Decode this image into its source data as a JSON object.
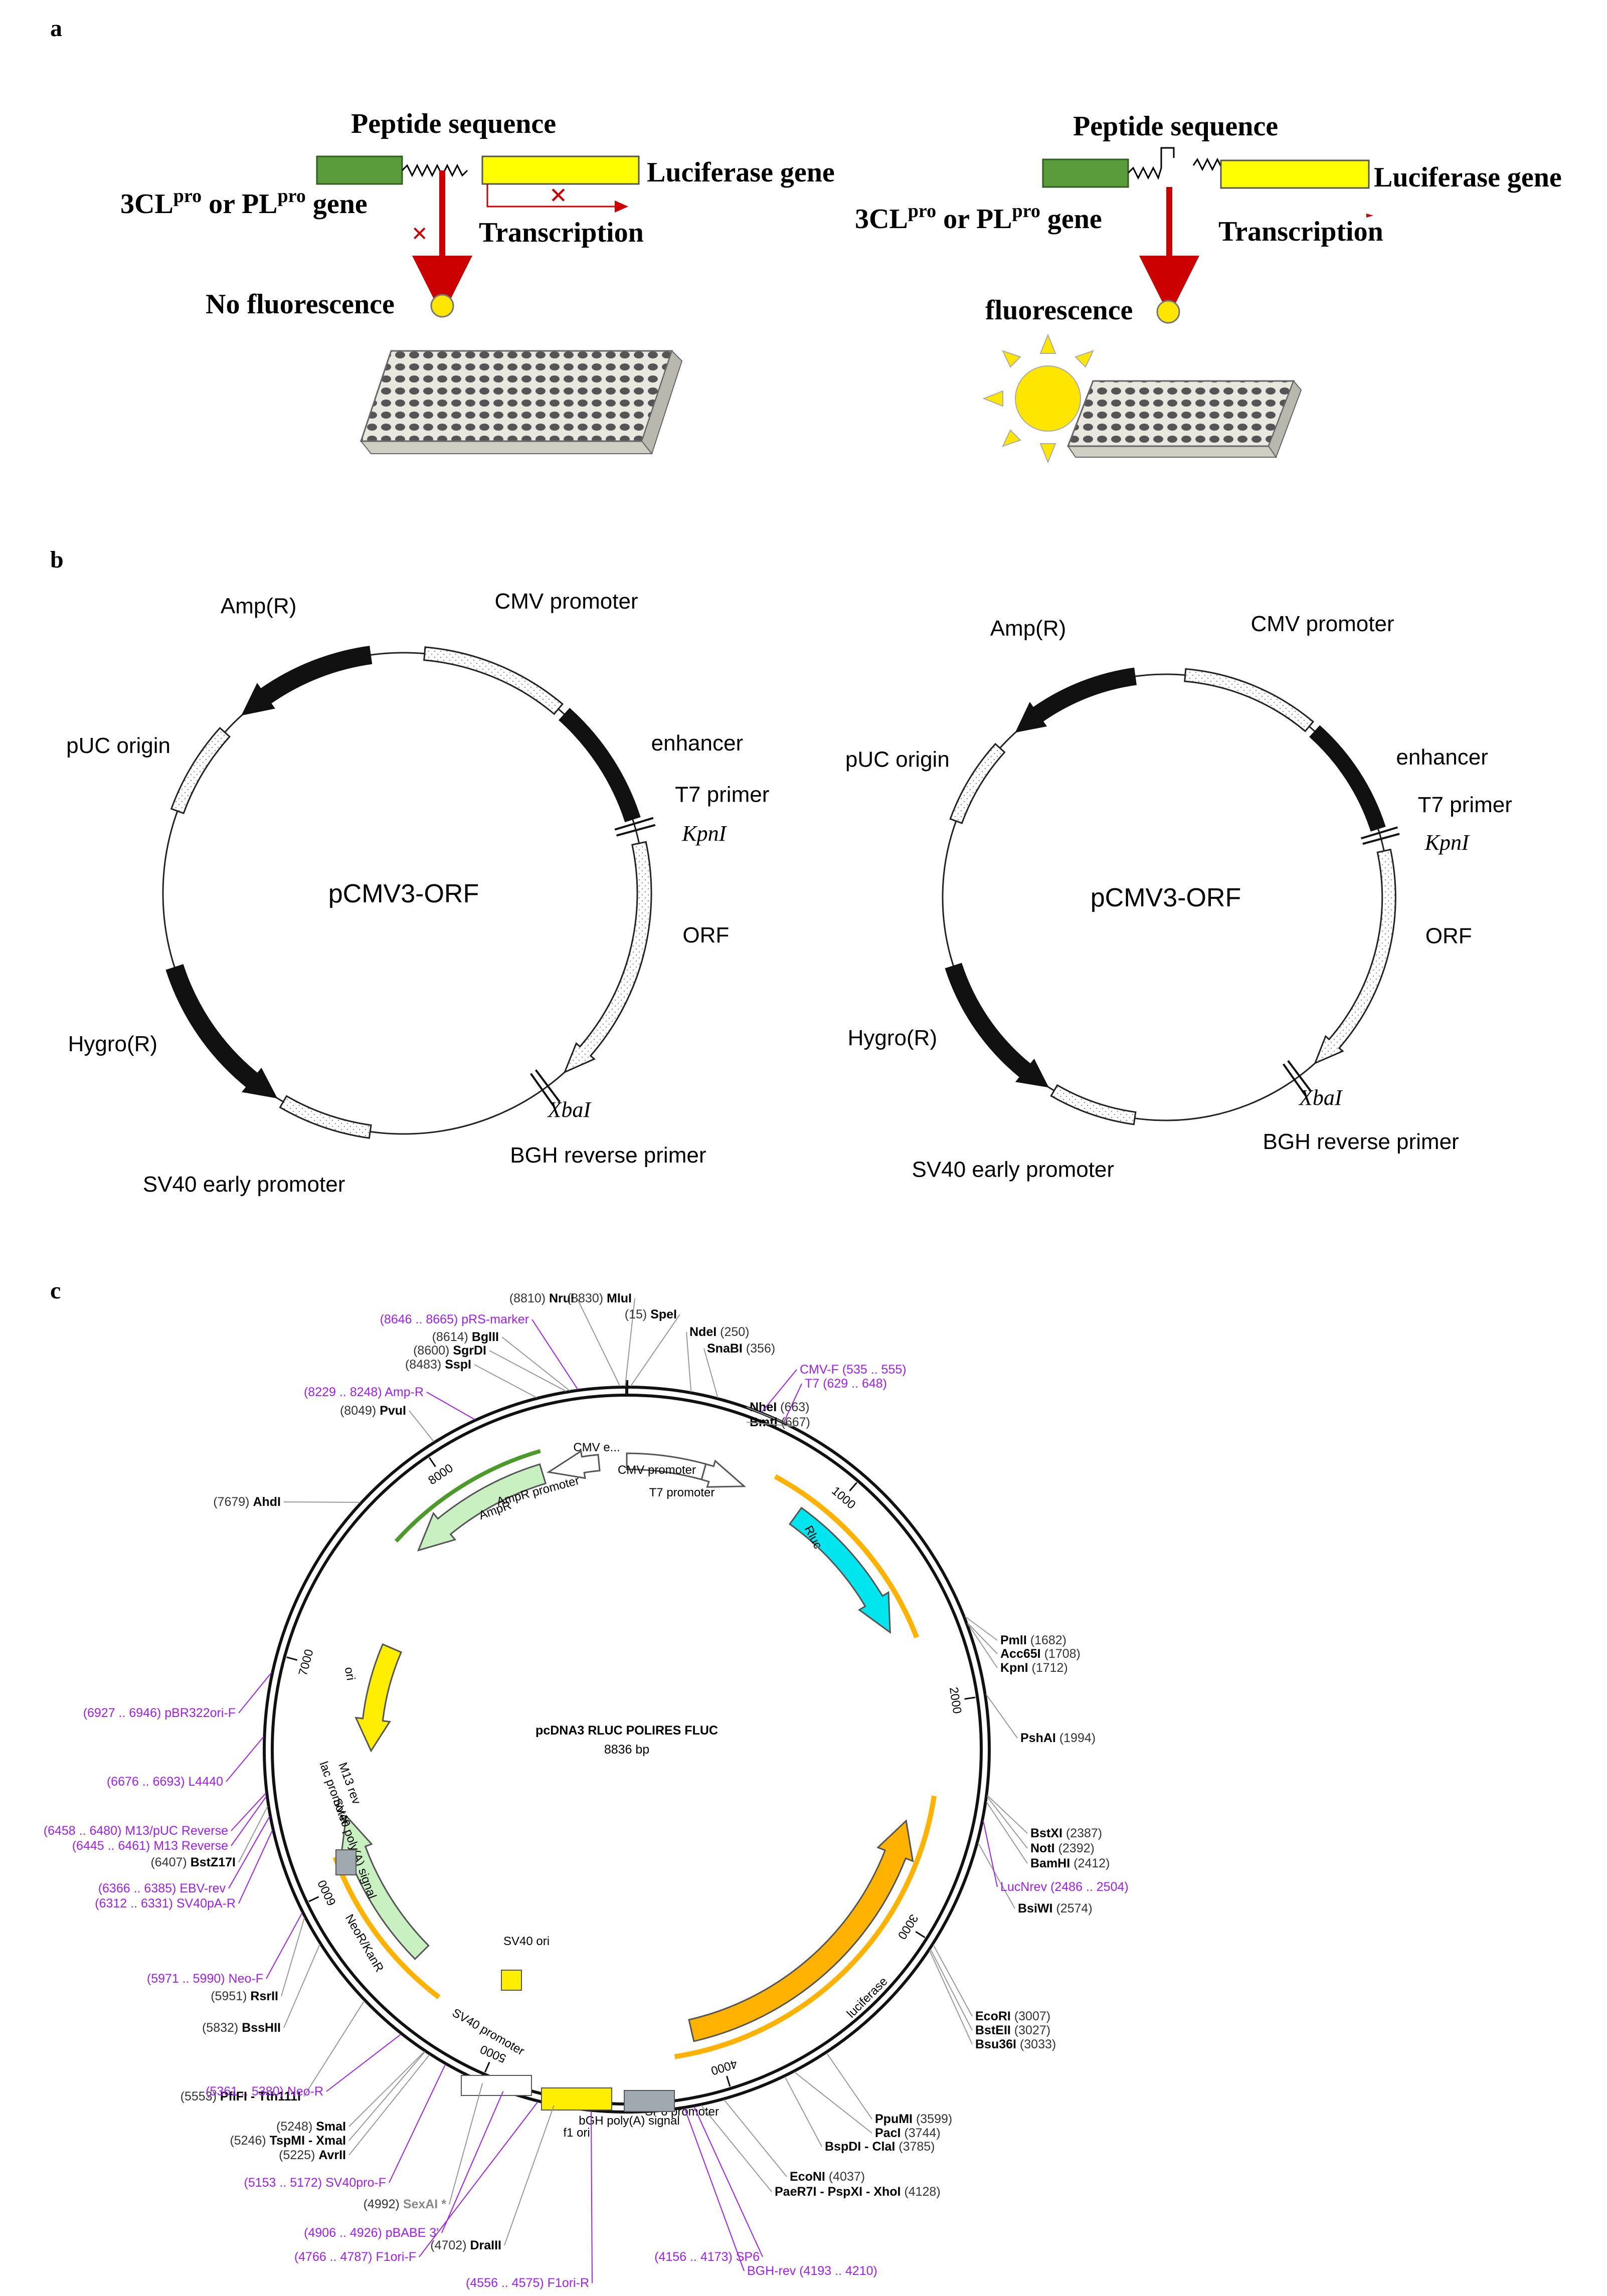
{
  "panel_a": {
    "label": "a",
    "left": {
      "peptide_label": "Peptide sequence",
      "protease_label_main": "3CL",
      "protease_label_sup1": "pro",
      "protease_label_mid": " or PL",
      "protease_label_sup2": "pro",
      "protease_label_end": " gene",
      "luciferase_label": "Luciferase gene",
      "transcription_label": "Transcription",
      "result_label": "No fluorescence"
    },
    "right": {
      "peptide_label": "Peptide sequence",
      "protease_label_main": "3CL",
      "protease_label_sup1": "pro",
      "protease_label_mid": " or PL",
      "protease_label_sup2": "pro",
      "protease_label_end": " gene",
      "luciferase_label": "Luciferase gene",
      "transcription_label": "Transcription",
      "result_label": "fluorescence"
    },
    "colors": {
      "protease_gene": "#5a9b3c",
      "luciferase_gene": "#ffff00",
      "arrow": "#cc0000",
      "sun": "#ffe600",
      "plate": "#5c5c5c"
    }
  },
  "panel_b": {
    "label": "b",
    "maps": [
      {
        "center_label": "pCMV3-ORF",
        "features": [
          "CMV promoter",
          "enhancer",
          "T7 primer",
          "KpnI",
          "ORF",
          "XbaI",
          "BGH reverse primer",
          "SV40 early promoter",
          "Hygro(R)",
          "pUC origin",
          "Amp(R)"
        ]
      },
      {
        "center_label": "pCMV3-ORF",
        "features": [
          "CMV promoter",
          "enhancer",
          "T7 primer",
          "KpnI",
          "ORF",
          "XbaI",
          "BGH reverse primer",
          "SV40 early promoter",
          "Hygro(R)",
          "pUC origin",
          "Amp(R)"
        ]
      }
    ]
  },
  "panel_c": {
    "label": "c",
    "plasmid_name": "pcDNA3 RLUC POLIRES FLUC",
    "plasmid_size": "8836 bp",
    "ticks": [
      "1000",
      "2000",
      "3000",
      "4000",
      "5000",
      "6000",
      "7000",
      "8000"
    ],
    "inner_features": [
      "CMV e...",
      "CMV promoter",
      "T7 promoter",
      "Rluc",
      "luciferase",
      "SP6 promoter",
      "bGH poly(A) signal",
      "f1 ori",
      "SV40 ori",
      "SV40 promoter",
      "NeoR/KanR",
      "SV40 poly(A) signal",
      "lac promoter",
      "M13 rev",
      "ori",
      "AmpR",
      "AmpR promoter"
    ],
    "sites": [
      {
        "name": "NruI",
        "pos": "(8810)"
      },
      {
        "name": "MluI",
        "pos": "(8830)"
      },
      {
        "name": "SpeI",
        "pos": "(15)"
      },
      {
        "name": "NdeI",
        "pos": "(250)"
      },
      {
        "name": "SnaBI",
        "pos": "(356)"
      },
      {
        "name": "NheI",
        "pos": "(663)"
      },
      {
        "name": "BmtI",
        "pos": "(667)"
      },
      {
        "name": "PmlI",
        "pos": "(1682)"
      },
      {
        "name": "Acc65I",
        "pos": "(1708)"
      },
      {
        "name": "KpnI",
        "pos": "(1712)"
      },
      {
        "name": "PshAI",
        "pos": "(1994)"
      },
      {
        "name": "BstXI",
        "pos": "(2387)"
      },
      {
        "name": "NotI",
        "pos": "(2392)"
      },
      {
        "name": "BamHI",
        "pos": "(2412)"
      },
      {
        "name": "BsiWI",
        "pos": "(2574)"
      },
      {
        "name": "EcoRI",
        "pos": "(3007)"
      },
      {
        "name": "BstEII",
        "pos": "(3027)"
      },
      {
        "name": "Bsu36I",
        "pos": "(3033)"
      },
      {
        "name": "PpuMI",
        "pos": "(3599)"
      },
      {
        "name": "PacI",
        "pos": "(3744)"
      },
      {
        "name": "BspDI - ClaI",
        "pos": "(3785)"
      },
      {
        "name": "EcoNI",
        "pos": "(4037)"
      },
      {
        "name": "PaeR7I - PspXI - XhoI",
        "pos": "(4128)"
      },
      {
        "name": "DraIII",
        "pos": "(4702)"
      },
      {
        "name": "SexAI *",
        "pos": "(4992)"
      },
      {
        "name": "AvrII",
        "pos": "(5225)"
      },
      {
        "name": "TspMI - XmaI",
        "pos": "(5246)"
      },
      {
        "name": "SmaI",
        "pos": "(5248)"
      },
      {
        "name": "PflFI - Tth111I",
        "pos": "(5553)"
      },
      {
        "name": "BssHII",
        "pos": "(5832)"
      },
      {
        "name": "RsrII",
        "pos": "(5951)"
      },
      {
        "name": "BstZ17I",
        "pos": "(6407)"
      },
      {
        "name": "AhdI",
        "pos": "(7679)"
      },
      {
        "name": "PvuI",
        "pos": "(8049)"
      },
      {
        "name": "SspI",
        "pos": "(8483)"
      },
      {
        "name": "SgrDI",
        "pos": "(8600)"
      },
      {
        "name": "BglII",
        "pos": "(8614)"
      }
    ],
    "primers": [
      {
        "name": "pRS-marker",
        "pos": "(8646 .. 8665)"
      },
      {
        "name": "Amp-R",
        "pos": "(8229 .. 8248)"
      },
      {
        "name": "CMV-F",
        "pos": "(535 .. 555)"
      },
      {
        "name": "T7",
        "pos": "(629 .. 648)"
      },
      {
        "name": "LucNrev",
        "pos": "(2486 .. 2504)"
      },
      {
        "name": "SP6",
        "pos": "(4156 .. 4173)"
      },
      {
        "name": "BGH-rev",
        "pos": "(4193 .. 4210)"
      },
      {
        "name": "F1ori-R",
        "pos": "(4556 .. 4575)"
      },
      {
        "name": "F1ori-F",
        "pos": "(4766 .. 4787)"
      },
      {
        "name": "pBABE 3'",
        "pos": "(4906 .. 4926)"
      },
      {
        "name": "SV40pro-F",
        "pos": "(5153 .. 5172)"
      },
      {
        "name": "Neo-R",
        "pos": "(5361 .. 5380)"
      },
      {
        "name": "Neo-F",
        "pos": "(5971 .. 5990)"
      },
      {
        "name": "SV40pA-R",
        "pos": "(6312 .. 6331)"
      },
      {
        "name": "EBV-rev",
        "pos": "(6366 .. 6385)"
      },
      {
        "name": "M13 Reverse",
        "pos": "(6445 .. 6461)"
      },
      {
        "name": "M13/pUC Reverse",
        "pos": "(6458 .. 6480)"
      },
      {
        "name": "L4440",
        "pos": "(6676 .. 6693)"
      },
      {
        "name": "pBR322ori-F",
        "pos": "(6927 .. 6946)"
      }
    ],
    "colors": {
      "primer": "#a020f0",
      "rluc": "#00e5ee",
      "luciferase": "#ffb300",
      "ori": "#ffee00",
      "amp": "#c9f0c0",
      "grey": "#a0a8b0"
    }
  }
}
